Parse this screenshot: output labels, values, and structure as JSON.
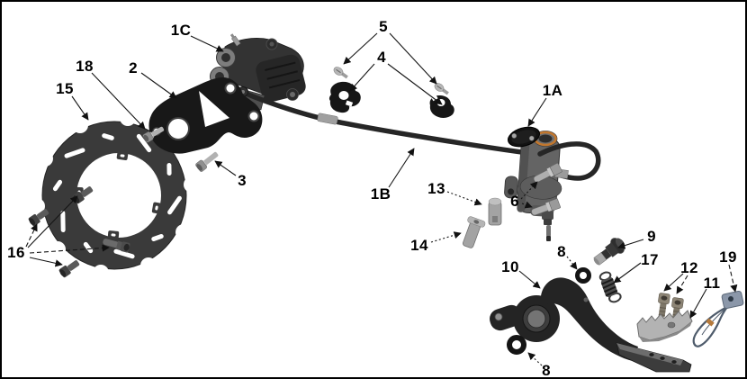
{
  "diagram": {
    "kind": "exploded-parts-diagram",
    "subject": "rear brake system",
    "colors": {
      "washer_orange": "#c2772e",
      "clip_slate": "#8b97a9",
      "crimp_copper": "#b57a3c",
      "line_black": "#151515",
      "background": "#ffffff"
    },
    "callouts": {
      "c1C": {
        "label": "1C"
      },
      "c2": {
        "label": "2"
      },
      "c18": {
        "label": "18"
      },
      "c15": {
        "label": "15"
      },
      "c3": {
        "label": "3"
      },
      "c5": {
        "label": "5"
      },
      "c4": {
        "label": "4"
      },
      "c1A": {
        "label": "1A"
      },
      "c1B": {
        "label": "1B"
      },
      "c13": {
        "label": "13"
      },
      "c6": {
        "label": "6"
      },
      "c14": {
        "label": "14"
      },
      "c16": {
        "label": "16"
      },
      "c8a": {
        "label": "8"
      },
      "c9": {
        "label": "9"
      },
      "c17": {
        "label": "17"
      },
      "c10": {
        "label": "10"
      },
      "c12": {
        "label": "12"
      },
      "c11": {
        "label": "11"
      },
      "c19": {
        "label": "19"
      },
      "c8b": {
        "label": "8"
      }
    }
  }
}
